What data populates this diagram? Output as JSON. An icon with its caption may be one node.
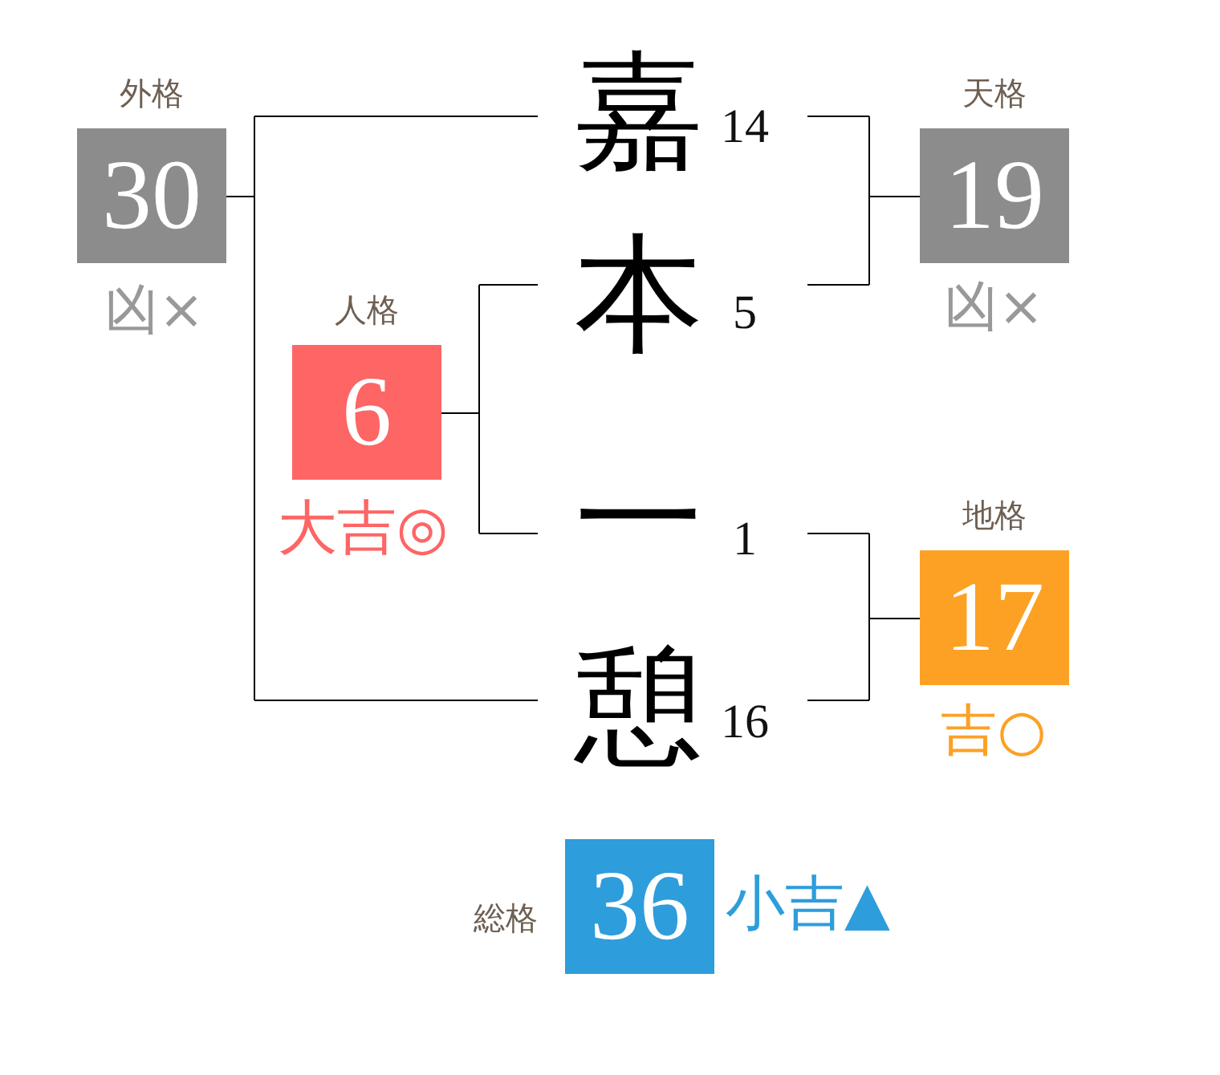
{
  "diagram": {
    "nodes": [
      {
        "text": [
          "外格",
          "30"
        ],
        "beside": [
          "凶×"
        ]
      },
      {
        "text": [
          "人格",
          "6"
        ],
        "beside": [
          "大吉◎"
        ]
      },
      {
        "text": [
          "嘉"
        ],
        "beside": [
          "14"
        ]
      },
      {
        "text": [
          "本"
        ],
        "beside": [
          "5"
        ]
      },
      {
        "text": [
          "一"
        ],
        "beside": [
          "1"
        ]
      },
      {
        "text": [
          "憩"
        ],
        "beside": [
          "16"
        ]
      },
      {
        "text": [
          "天格",
          "19"
        ],
        "beside": [
          "凶×"
        ]
      },
      {
        "text": [
          "地格",
          "17"
        ],
        "beside": [
          "吉○"
        ]
      },
      {
        "text": [
          "総格",
          "36"
        ],
        "beside": [
          "小吉▲"
        ]
      }
    ],
    "edges": [
      {
        "from": 0,
        "to": 2,
        "arrow": "none"
      },
      {
        "from": 0,
        "to": 5,
        "arrow": "none"
      },
      {
        "from": 1,
        "to": 3,
        "arrow": "none"
      },
      {
        "from": 1,
        "to": 4,
        "arrow": "none"
      },
      {
        "from": 6,
        "to": 2,
        "arrow": "none"
      },
      {
        "from": 6,
        "to": 3,
        "arrow": "none"
      },
      {
        "from": 7,
        "to": 4,
        "arrow": "none"
      },
      {
        "from": 7,
        "to": 5,
        "arrow": "none"
      }
    ]
  }
}
